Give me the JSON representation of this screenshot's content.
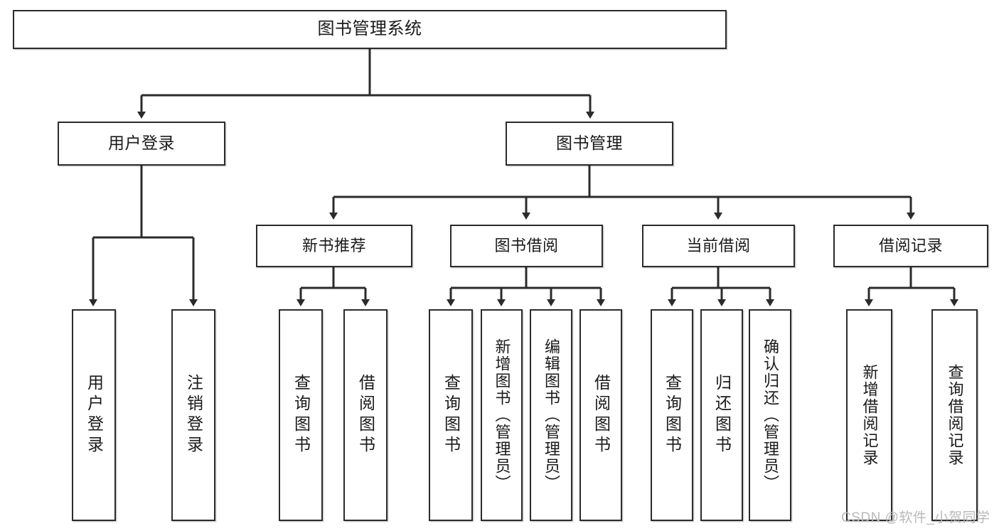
{
  "diagram": {
    "title": "图书管理系统",
    "type": "tree",
    "root": {
      "label": "图书管理系统"
    },
    "level2": [
      {
        "label": "用户登录"
      },
      {
        "label": "图书管理"
      }
    ],
    "level3": [
      {
        "label": "新书推荐"
      },
      {
        "label": "图书借阅"
      },
      {
        "label": "当前借阅"
      },
      {
        "label": "借阅记录"
      }
    ],
    "leaves": [
      {
        "label": "用户登录",
        "parent": "用户登录"
      },
      {
        "label": "注销登录",
        "parent": "用户登录"
      },
      {
        "label": "查询图书",
        "parent": "新书推荐"
      },
      {
        "label": "借阅图书",
        "parent": "新书推荐"
      },
      {
        "label": "查询图书",
        "parent": "图书借阅"
      },
      {
        "label": "新增图书（管理员）",
        "parent": "图书借阅"
      },
      {
        "label": "编辑图书（管理员）",
        "parent": "图书借阅"
      },
      {
        "label": "借阅图书",
        "parent": "图书借阅"
      },
      {
        "label": "查询图书",
        "parent": "当前借阅"
      },
      {
        "label": "归还图书",
        "parent": "当前借阅"
      },
      {
        "label": "确认归还（管理员）",
        "parent": "当前借阅"
      },
      {
        "label": "新增借阅记录",
        "parent": "借阅记录"
      },
      {
        "label": "查询借阅记录",
        "parent": "借阅记录"
      }
    ]
  },
  "watermark": {
    "text": "CSDN @软件_小贺同学"
  },
  "colors": {
    "stroke": "#2b2b2b",
    "text": "#1a1a1a",
    "background": "#ffffff",
    "watermark": "#b9b9b9"
  }
}
